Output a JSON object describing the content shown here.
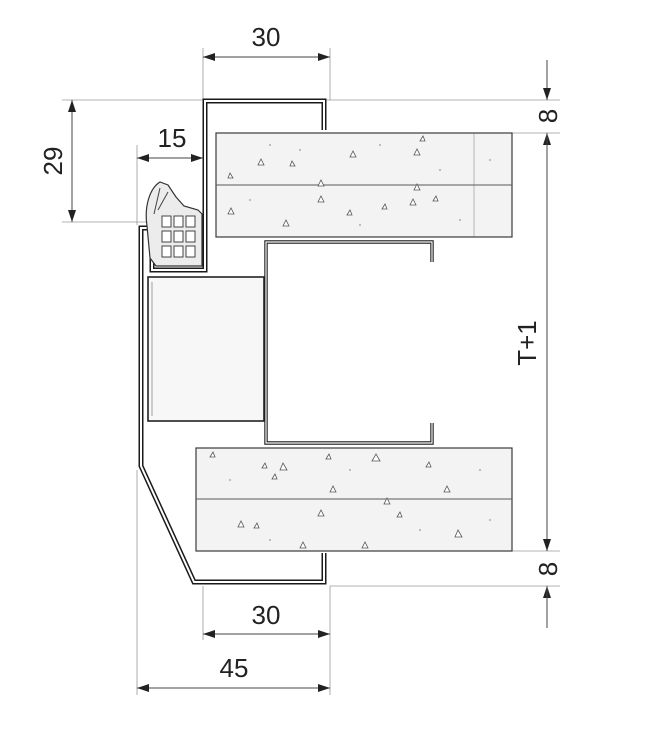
{
  "dimensions": {
    "top_width": "30",
    "rebate_depth": "29",
    "gasket_offset": "15",
    "top_gap": "8",
    "wall_thickness": "T+1",
    "bottom_gap": "8",
    "bottom_width": "30",
    "overall_width": "45"
  }
}
